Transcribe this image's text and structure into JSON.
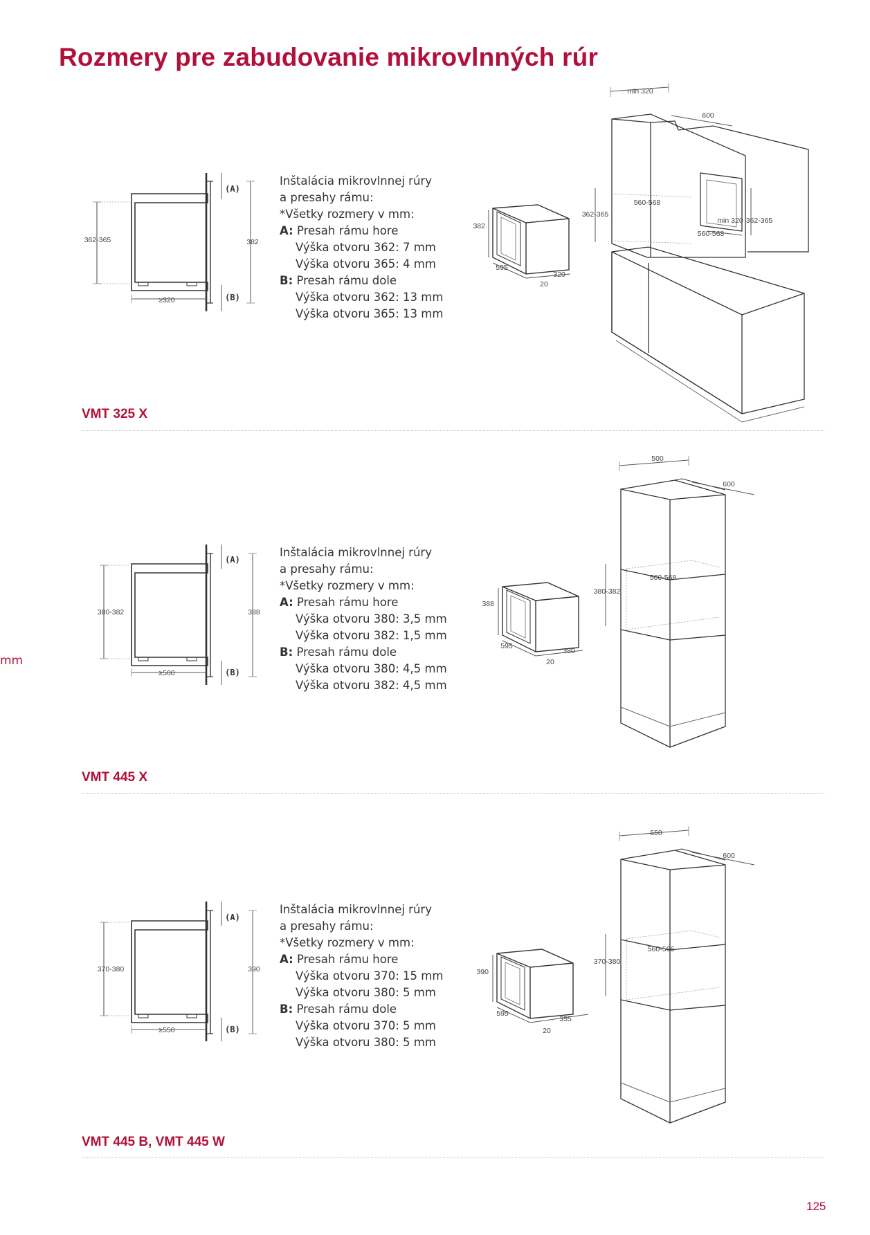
{
  "page": {
    "title": "Rozmery pre zabudovanie mikrovlnných rúr",
    "margin_fragment": "mm",
    "page_number": "125"
  },
  "sections": [
    {
      "model": "VMT 325 X",
      "side_view": {
        "height_range": "362-365",
        "frame_height": "382",
        "depth_min": "≥320",
        "label_a": "(A)",
        "label_b": "(B)"
      },
      "info": {
        "line1": "Inštalácia mikrovlnnej rúry",
        "line2": "a presahy rámu:",
        "line3": "*Všetky rozmery v mm:",
        "a_key": "A:",
        "a_label": "Presah rámu hore",
        "a_1": "Výška otvoru 362: 7 mm",
        "a_2": "Výška otvoru 365: 4 mm",
        "b_key": "B:",
        "b_label": "Presah rámu dole",
        "b_1": "Výška otvoru 362: 13 mm",
        "b_2": "Výška otvoru 365: 13 mm"
      },
      "unit_view": {
        "height": "382",
        "width": "595",
        "frame": "20",
        "depth": "320"
      },
      "cabinet": {
        "width_min": "min 320",
        "depth": "600",
        "opening_height": "362-365",
        "opening_width": "560-568",
        "depth_min_2": "min 320",
        "opening_height_2": "362-365",
        "opening_width_2": "560-568"
      }
    },
    {
      "model": "VMT 445 X",
      "side_view": {
        "height_range": "380-382",
        "frame_height": "388",
        "depth_min": "≥500",
        "label_a": "(A)",
        "label_b": "(B)"
      },
      "info": {
        "line1": "Inštalácia mikrovlnnej rúry",
        "line2": "a presahy rámu:",
        "line3": "*Všetky rozmery v mm:",
        "a_key": "A:",
        "a_label": "Presah rámu hore",
        "a_1": "Výška otvoru 380: 3,5 mm",
        "a_2": "Výška otvoru 382: 1,5 mm",
        "b_key": "B:",
        "b_label": "Presah rámu dole",
        "b_1": "Výška otvoru 380: 4,5 mm",
        "b_2": "Výška otvoru 382: 4,5 mm"
      },
      "unit_view": {
        "height": "388",
        "width": "595",
        "frame": "20",
        "depth": "380"
      },
      "cabinet": {
        "width": "500",
        "depth": "600",
        "opening_height": "380-382",
        "opening_width": "560-568"
      }
    },
    {
      "model": "VMT 445 B, VMT 445 W",
      "side_view": {
        "height_range": "370-380",
        "frame_height": "390",
        "depth_min": "≥550",
        "label_a": "(A)",
        "label_b": "(B)"
      },
      "info": {
        "line1": "Inštalácia mikrovlnnej rúry",
        "line2": "a presahy rámu:",
        "line3": "*Všetky rozmery v mm:",
        "a_key": "A:",
        "a_label": "Presah rámu hore",
        "a_1": "Výška otvoru 370: 15 mm",
        "a_2": "Výška otvoru 380: 5 mm",
        "b_key": "B:",
        "b_label": "Presah rámu dole",
        "b_1": "Výška otvoru 370: 5 mm",
        "b_2": "Výška otvoru 380: 5 mm"
      },
      "unit_view": {
        "height": "390",
        "width": "595",
        "frame": "20",
        "depth": "355"
      },
      "cabinet": {
        "width": "550",
        "depth": "600",
        "opening_height": "370-380",
        "opening_width": "560-566"
      }
    }
  ]
}
